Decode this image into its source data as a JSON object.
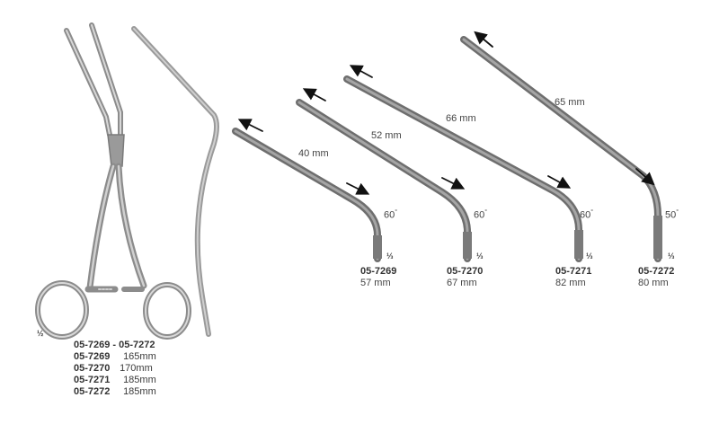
{
  "main_instrument": {
    "scale": "½",
    "table": {
      "header": "05-7269 - 05-7272",
      "rows": [
        {
          "code": "05-7269",
          "length": "165mm"
        },
        {
          "code": "05-7270",
          "length": "170mm"
        },
        {
          "code": "05-7271",
          "length": "185mm"
        },
        {
          "code": "05-7272",
          "length": "185mm"
        }
      ]
    }
  },
  "jaws": [
    {
      "code": "05-7269",
      "total": "57 mm",
      "length": "40 mm",
      "angle": "60",
      "scale": "⅓"
    },
    {
      "code": "05-7270",
      "total": "67 mm",
      "length": "52 mm",
      "angle": "60",
      "scale": "⅓"
    },
    {
      "code": "05-7271",
      "total": "82 mm",
      "length": "66 mm",
      "angle": "60",
      "scale": "⅓"
    },
    {
      "code": "05-7272",
      "total": "80 mm",
      "length": "65 mm",
      "angle": "50",
      "scale": "⅓"
    }
  ],
  "colors": {
    "steel_dark": "#6b6b6b",
    "steel_light": "#a8a8a8",
    "arrow": "#111111"
  }
}
